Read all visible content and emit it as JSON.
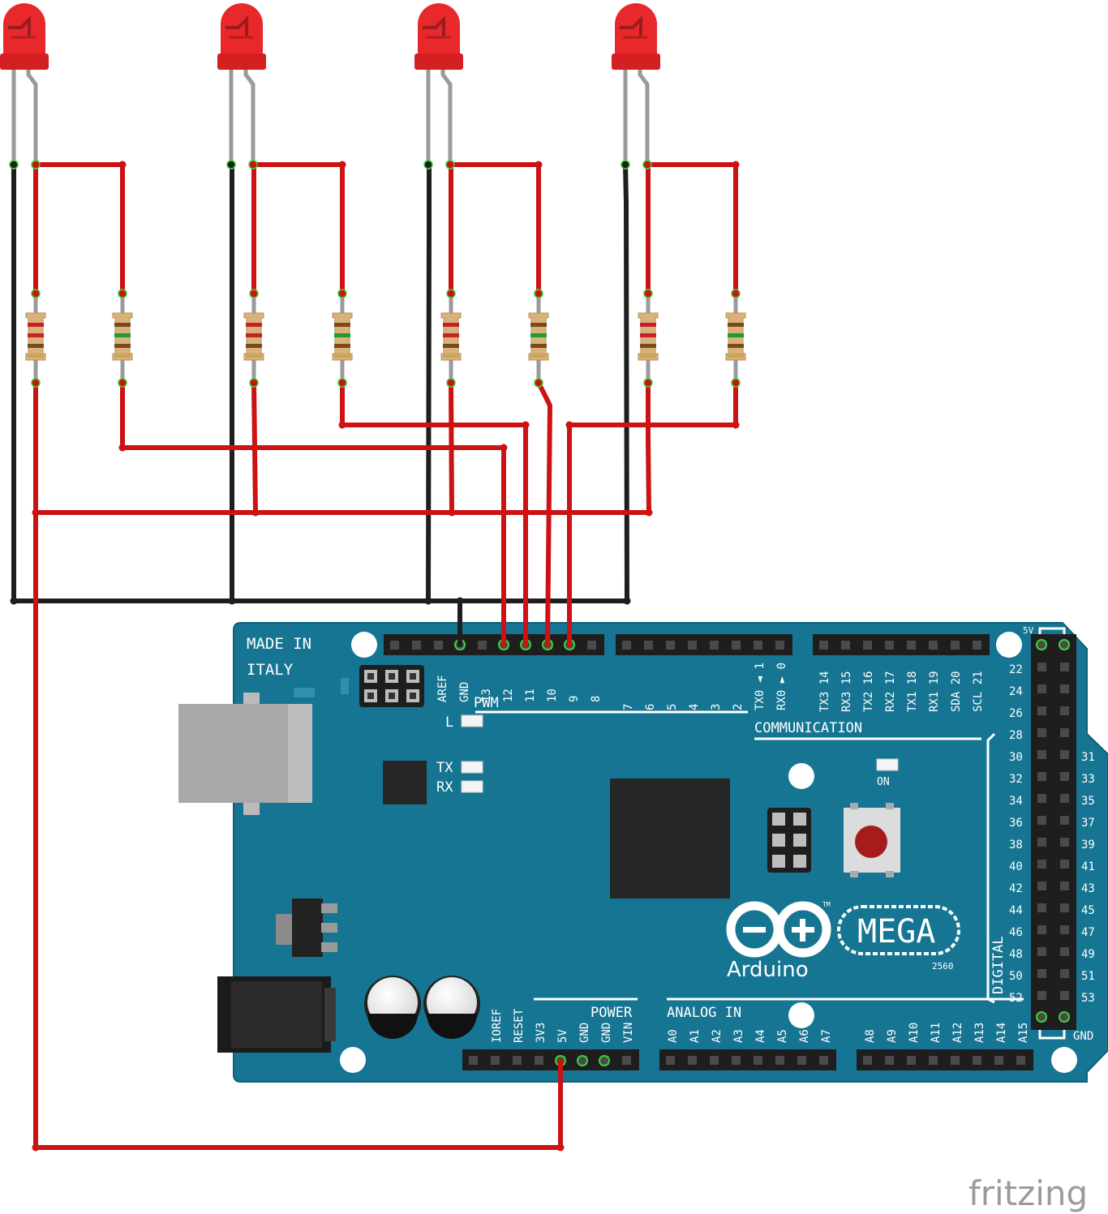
{
  "board": {
    "made_in_1": "MADE IN",
    "made_in_2": "ITALY",
    "pwm_label": "PWM",
    "communication_label": "COMMUNICATION",
    "power_label": "POWER",
    "analog_label": "ANALOG IN",
    "digital_label": "DIGITAL",
    "on_label": "ON",
    "l_label": "L",
    "tx_label": "TX",
    "rx_label": "RX",
    "mega_label": "MEGA",
    "arduino_label": "Arduino",
    "model_label": "2560",
    "tm_label": "TM",
    "top_5v_label": "5V",
    "bottom_gnd_label": "GND",
    "top_left_pins": [
      "AREF",
      "GND",
      "13",
      "12",
      "11",
      "10",
      "9",
      "8"
    ],
    "top_mid_pins": [
      "7",
      "6",
      "5",
      "4",
      "3",
      "2",
      "TX0 ◄ 1",
      "RX0 ► 0"
    ],
    "top_right_pins": [
      "TX3 14",
      "RX3 15",
      "TX2 16",
      "RX2 17",
      "TX1 18",
      "RX1 19",
      "SDA 20",
      "SCL 21"
    ],
    "power_pins": [
      "IOREF",
      "RESET",
      "3V3",
      "5V",
      "GND",
      "GND",
      "VIN"
    ],
    "analog_pins_a": [
      "A0",
      "A1",
      "A2",
      "A3",
      "A4",
      "A5",
      "A6",
      "A7"
    ],
    "analog_pins_b": [
      "A8",
      "A9",
      "A10",
      "A11",
      "A12",
      "A13",
      "A14",
      "A15"
    ],
    "digital_left": [
      "22",
      "24",
      "26",
      "28",
      "30",
      "32",
      "34",
      "36",
      "38",
      "40",
      "42",
      "44",
      "46",
      "48",
      "50",
      "52"
    ],
    "digital_right": [
      "31",
      "33",
      "35",
      "37",
      "39",
      "41",
      "43",
      "45",
      "47",
      "49",
      "51",
      "53"
    ]
  },
  "watermark": "fritzing",
  "colors": {
    "board": "#167592",
    "wire_red": "#cc1212",
    "wire_black": "#1e1e1e",
    "led_red": "#e8282a",
    "resistor_body": "#d9b27a"
  },
  "components": {
    "leds": 4,
    "resistors": 8
  }
}
